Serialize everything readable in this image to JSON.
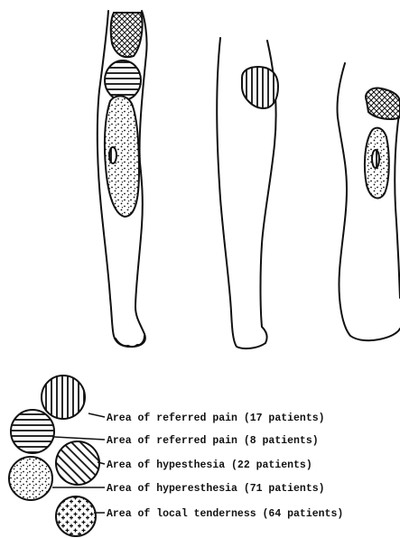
{
  "figure": {
    "views": [
      "front-leg",
      "back-leg",
      "side-leg"
    ],
    "legend": [
      {
        "pattern": "vertical-stripes",
        "label": "Area of referred pain (17 patients)"
      },
      {
        "pattern": "horizontal-stripes",
        "label": "Area of referred pain (8 patients)"
      },
      {
        "pattern": "diagonal-stripes",
        "label": "Area of hypesthesia (22 patients)"
      },
      {
        "pattern": "dots",
        "label": "Area of hyperesthesia (71 patients)"
      },
      {
        "pattern": "crosses",
        "label": "Area of local tenderness (64 patients)"
      }
    ]
  }
}
